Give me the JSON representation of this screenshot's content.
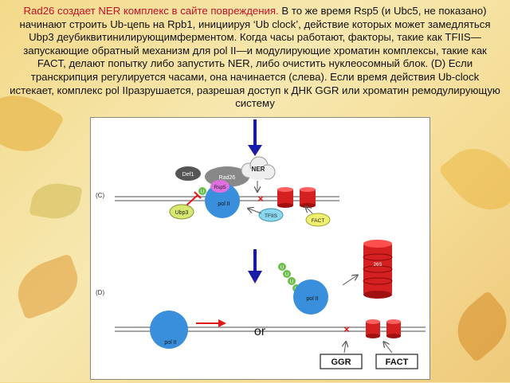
{
  "caption": {
    "highlight": "Rad26 создает NER комплекс в сайте повреждения.",
    "text": " В то же время Rsp5 (и Ubc5, не показано) начинают строить Ub-цепь на Rpb1, инициируя ‘Ub clock’, действие которых может замедляться Ubp3 деубиквитинилирующимферментом. Когда часы работают, факторы, такие как TFIIS—запускающие обратный механизм для pol II—и модулирующие хроматин комплексы, такие как FACT, делают попытку либо запустить NER, либо очистить нуклеосомный блок. (D) Если транскрипция регулируется часами, она начинается (слева). Если время действия Ub-clock истекает, комплекс pol IIразрушается, разрешая доступ к ДНК GGR или хроматин ремодулирующую систему",
    "highlight_color": "#c0122a"
  },
  "diagram": {
    "panel_c_label": "(C)",
    "panel_d_label": "(D)",
    "def1": "Def1",
    "rad26": "Rad26",
    "ner": "NER",
    "rsp5": "Rsp5",
    "u": "U",
    "ubp3": "Ubp3",
    "pol_ii": "pol II",
    "tfiis": "TFIIS",
    "fact": "FACT",
    "proteasome": "26S",
    "or": "or",
    "ggr_box": "GGR",
    "fact_box": "FACT",
    "colors": {
      "pol_ii": "#3a8fdc",
      "nucleosome": "#d42020",
      "arrow_blue": "#1a1aa8",
      "arrow_red": "#e01818",
      "ubp3": "#d8e870",
      "rsp5": "#e070e0",
      "u": "#6ac04a",
      "tfiis": "#8ad8f0",
      "fact": "#f0f070"
    }
  }
}
